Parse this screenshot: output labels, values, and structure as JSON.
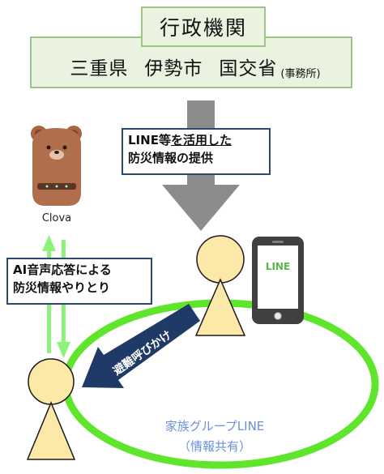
{
  "government": {
    "title": "行政機関",
    "orgs": [
      "三重県",
      "伊勢市",
      "国交省"
    ],
    "office_suffix": "(事務所)"
  },
  "line_info": {
    "line1_prefix": "LINE等",
    "line1_underlined": "を活用した",
    "line2": "防災情報の提供"
  },
  "clova": {
    "label": "Clova"
  },
  "ai_dialog": {
    "line1": "AI音声応答による",
    "line2": "防災情報やりとり"
  },
  "phone": {
    "screen_text": "LINE"
  },
  "evacuation": {
    "label": "避難呼びかけ"
  },
  "family_group": {
    "line1": "家族グループLINE",
    "line2": "（情報共有）"
  },
  "colors": {
    "box_fill": "#eaf3e0",
    "box_border": "#9fc48a",
    "arrow_gray": "#8c8c8c",
    "label_border": "#2b4a6f",
    "person_fill": "#fce9a8",
    "family_ring": "#5fe52b",
    "light_green_arrow": "#8ef27a",
    "evac_arrow": "#1f3a66",
    "family_text": "#6a90d8",
    "line_green": "#58b947"
  }
}
